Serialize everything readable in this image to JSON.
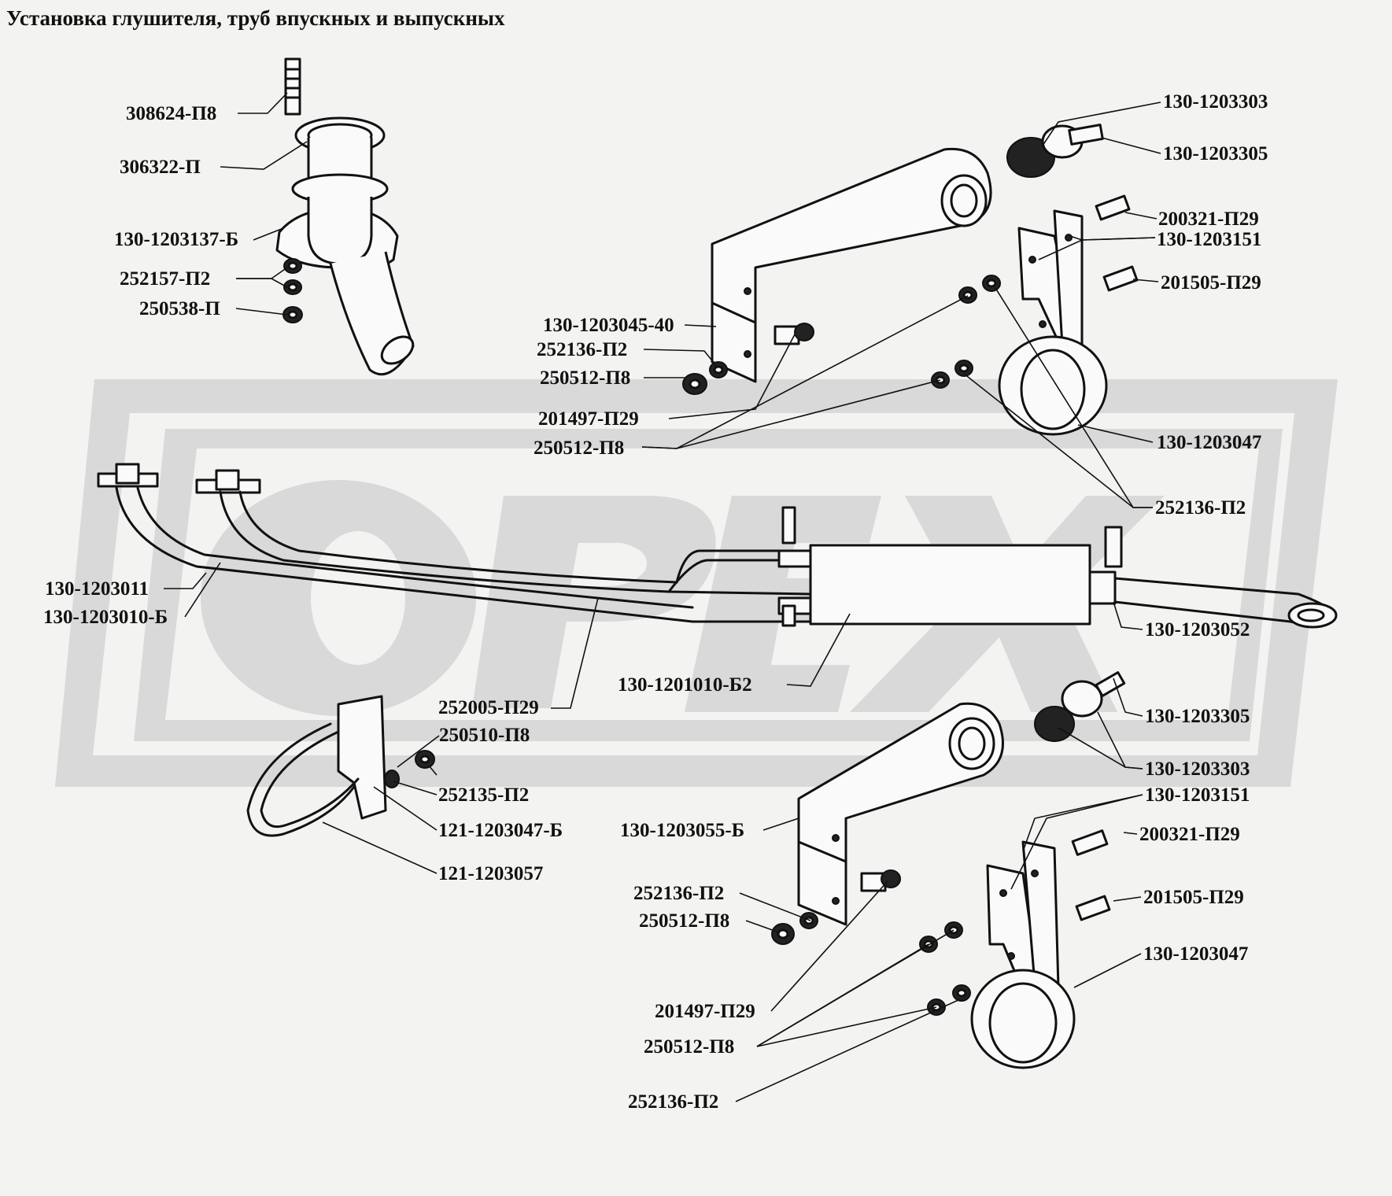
{
  "title": "Установка глушителя, труб впускных и выпускных",
  "watermark": {
    "text": "ОРЕХ",
    "color": "#d9d9d9"
  },
  "labels": [
    "308624-П8",
    "306322-П",
    "130-1203137-Б",
    "252157-П2",
    "250538-П",
    "130-1203303",
    "130-1203305",
    "200321-П29",
    "130-1203151",
    "201505-П29",
    "130-1203045-40",
    "252136-П2",
    "250512-П8",
    "201497-П29",
    "250512-П8",
    "130-1203047",
    "252136-П2",
    "130-1203011",
    "130-1203010-Б",
    "130-1203052",
    "130-1201010-Б2",
    "252005-П29",
    "250510-П8",
    "252135-П2",
    "121-1203047-Б",
    "121-1203057",
    "130-1203305",
    "130-1203303",
    "130-1203151",
    "200321-П29",
    "130-1203055-Б",
    "201505-П29",
    "252136-П2",
    "250512-П8",
    "130-1203047",
    "201497-П29",
    "250512-П8",
    "252136-П2"
  ]
}
